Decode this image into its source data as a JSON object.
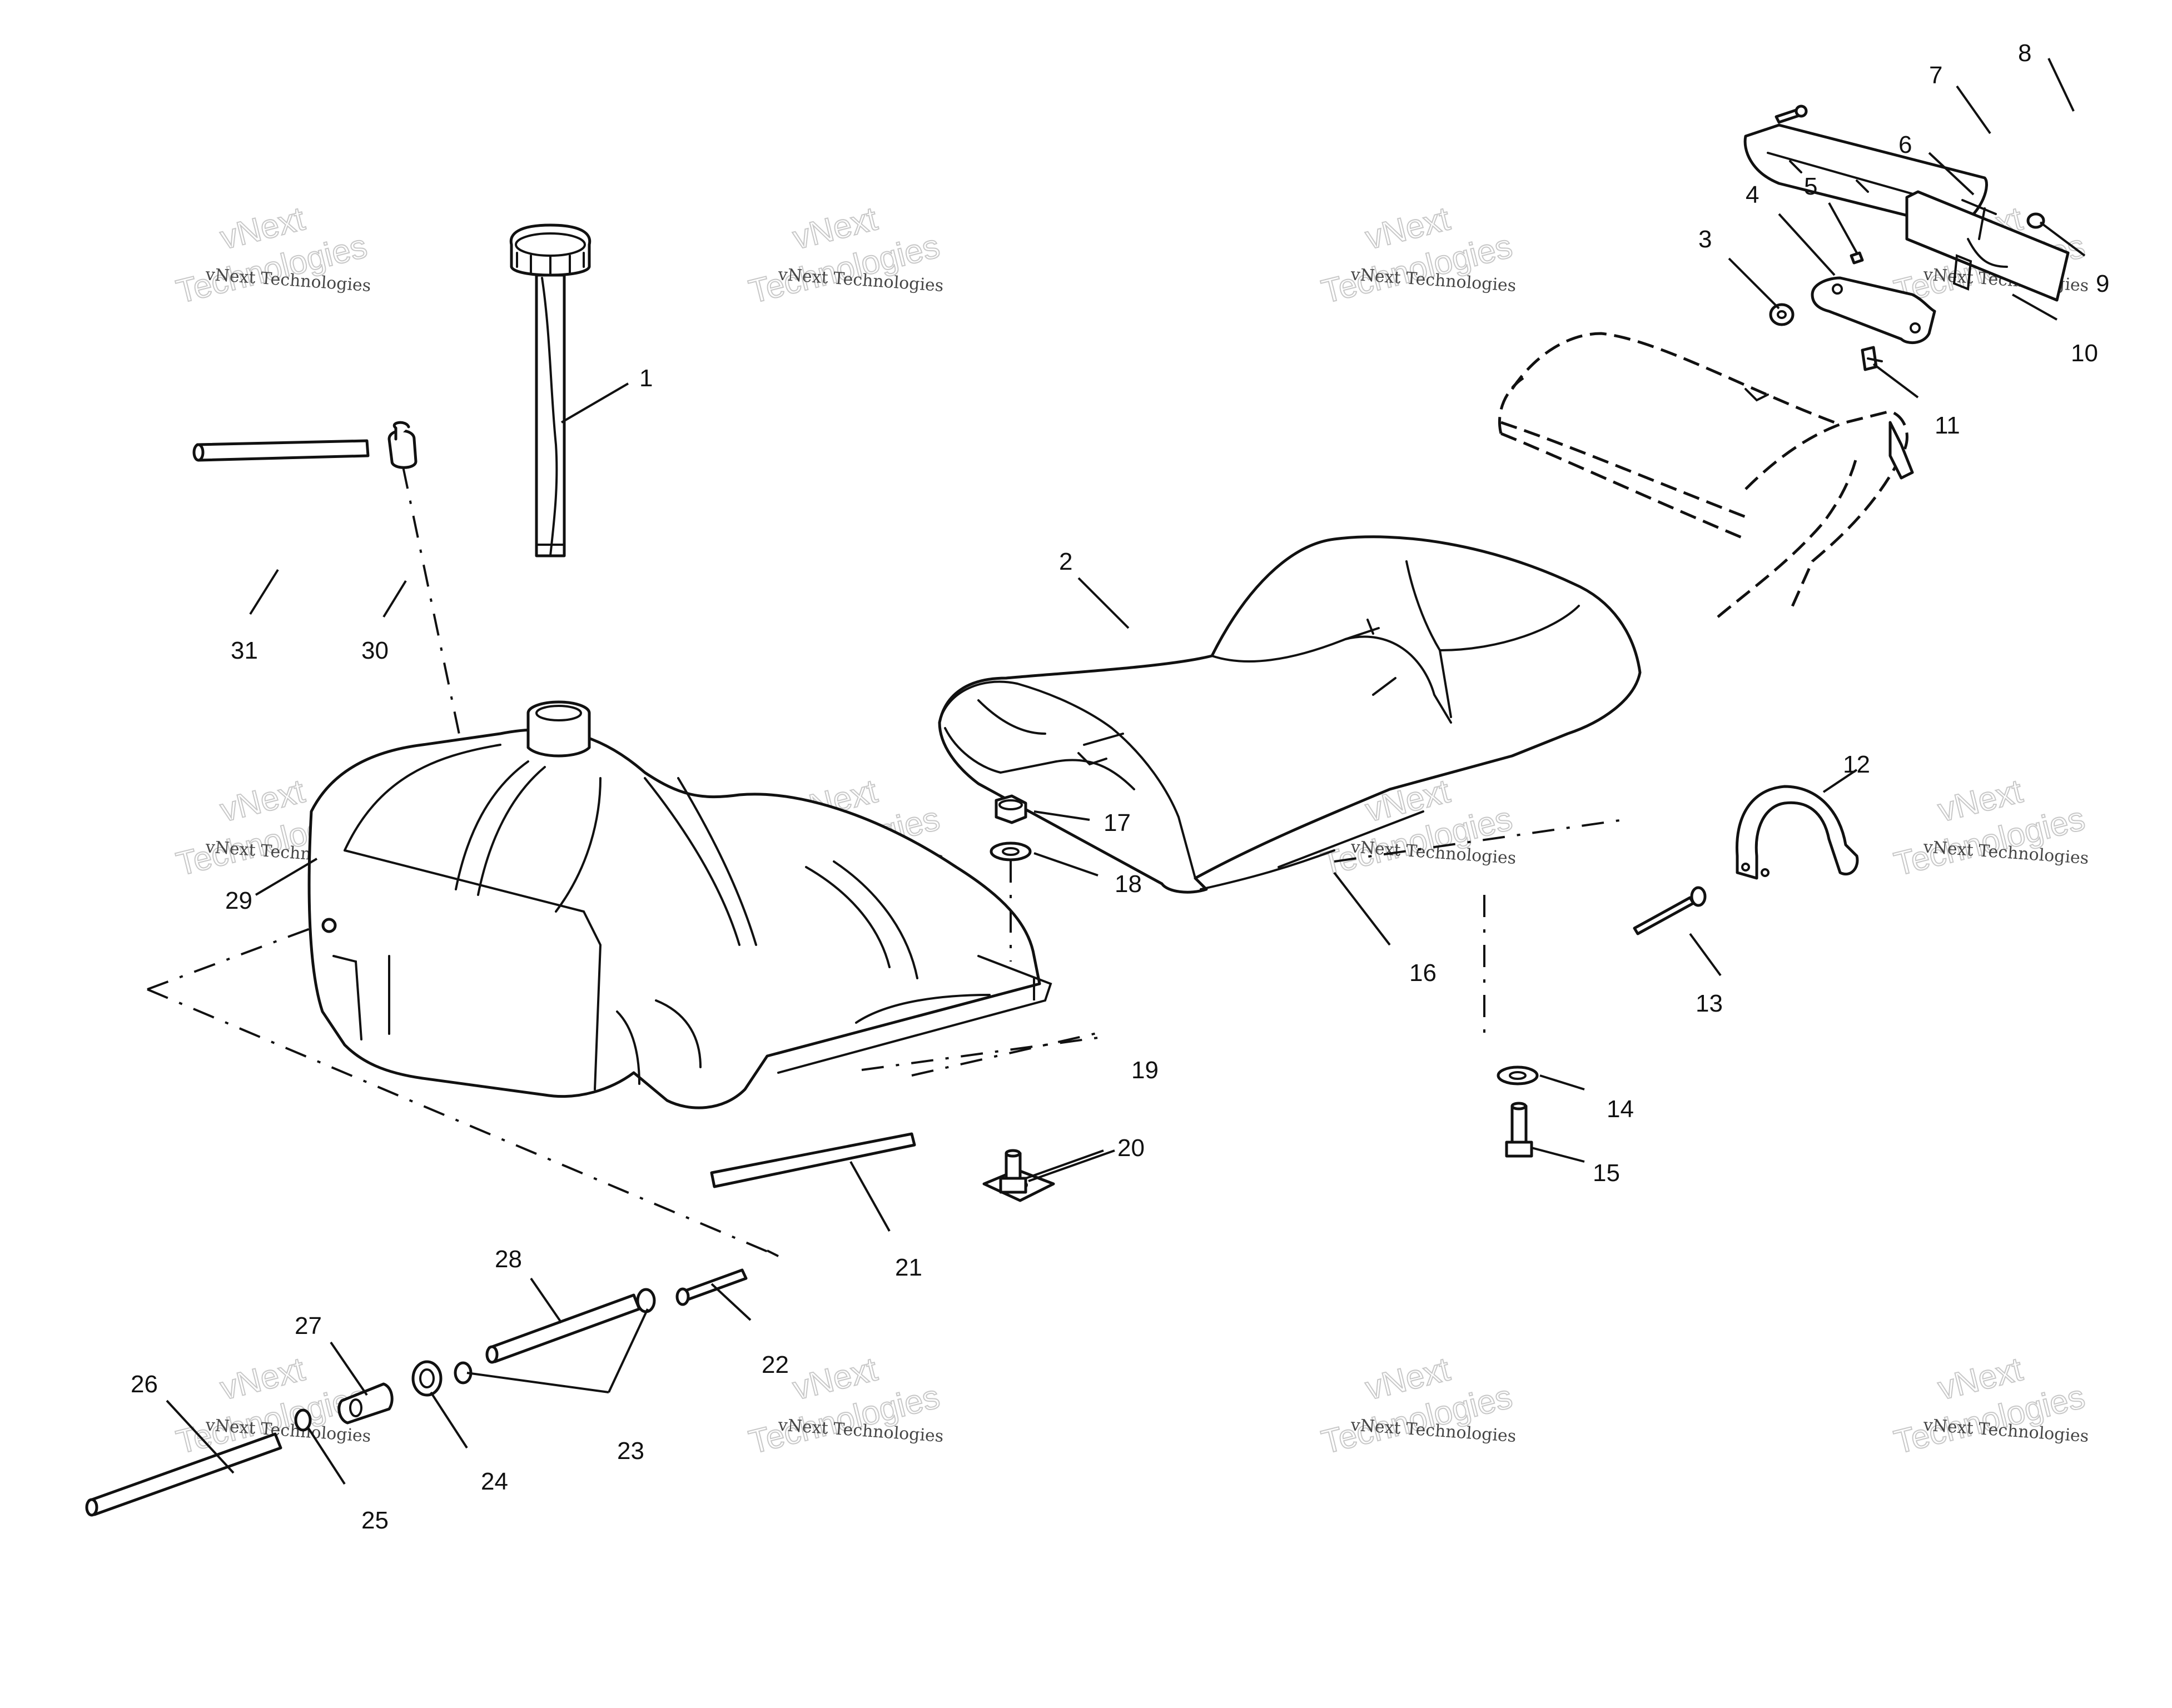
{
  "watermark": {
    "line_small": "vNext Technologies",
    "line_big_1": "vNext",
    "line_big_2": "Technologies"
  },
  "callouts": {
    "c1": "1",
    "c2": "2",
    "c3": "3",
    "c4": "4",
    "c5": "5",
    "c6": "6",
    "c7": "7",
    "c8": "8",
    "c9": "9",
    "c10": "10",
    "c11": "11",
    "c12": "12",
    "c13": "13",
    "c14": "14",
    "c15": "15",
    "c16": "16",
    "c17": "17",
    "c18": "18",
    "c19": "19",
    "c20": "20",
    "c21": "21",
    "c22": "22",
    "c23": "23",
    "c24": "24",
    "c25": "25",
    "c26": "26",
    "c27": "27",
    "c28": "28",
    "c29": "29",
    "c30": "30",
    "c31": "31"
  }
}
